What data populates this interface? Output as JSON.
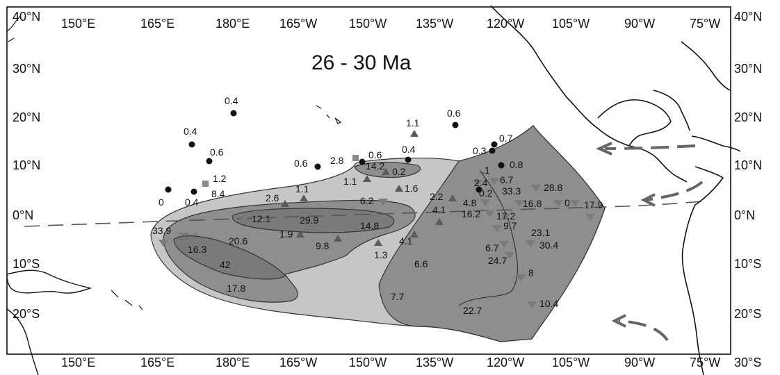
{
  "title": "26 - 30 Ma",
  "colors": {
    "outer_zone": "#c6c6c6",
    "mid_zone": "#8e8e8e",
    "inner_zone": "#7a7a7a",
    "land": "#ffffff",
    "circle": "#111111",
    "triangle": "#5a5a5a",
    "square": "#8a8a8a"
  },
  "top_ticks": [
    "150°E",
    "165°E",
    "180°E",
    "165°W",
    "150°W",
    "135°W",
    "120°W",
    "105°W",
    "90°W",
    "75°W"
  ],
  "bottom_ticks": [
    "150°E",
    "165°E",
    "180°E",
    "165°W",
    "150°W",
    "135°W",
    "120°W",
    "105°W",
    "90°W",
    "75°W"
  ],
  "left_ticks": [
    "40°N",
    "30°N",
    "20°N",
    "10°N",
    "0°N",
    "10°S",
    "20°S"
  ],
  "right_ticks": [
    "40°N",
    "30°N",
    "20°N",
    "10°N",
    "0°N",
    "10°S",
    "20°S",
    "30°S"
  ],
  "labels": {
    "c1": "0.4",
    "c2": "0.4",
    "c3": "0.6",
    "c4": "0",
    "c5": "0.4",
    "c6": "0.6",
    "c7": "0.6",
    "c8": "0.4",
    "c9": "0.6",
    "c10": "0.7",
    "c11": "0.3",
    "c12": "0.8",
    "s1": "1.2",
    "s2": "8.4",
    "s3": "2.8",
    "t1": "1.1",
    "t2": "14.2",
    "t3": "0.2",
    "t4": "1.1",
    "t5": "1.6",
    "t6": "2.6",
    "t7": "1.1",
    "t8": "6.2",
    "t9": "2.2",
    "t10": "4.1",
    "t11": ".1",
    "t12": "2.4",
    "t13": "0.2",
    "t14": "4.8",
    "t15": "1.9",
    "t16": "9.8",
    "t17": "1.3",
    "t18": "4.1",
    "d1": "12.1",
    "d2": "29.9",
    "d3": "14.8",
    "d4": "33.9",
    "d5": "29.4",
    "d6": "20.6",
    "d7": "16.3",
    "d8": "42",
    "d9": "17.8",
    "d10": "6.6",
    "d11": "7.7",
    "d12": "22.7",
    "d13": "6.7",
    "d14": "33.3",
    "d15": "28.8",
    "d16": "16.8",
    "d17": "0",
    "d18": "17.9",
    "d19": "16.2",
    "d20": "17.2",
    "d21": "9.7",
    "d22": "23.1",
    "d23": "30.4",
    "d24": "6.7",
    "d25": "24.7",
    "d26": "8",
    "d27": "10.4"
  }
}
